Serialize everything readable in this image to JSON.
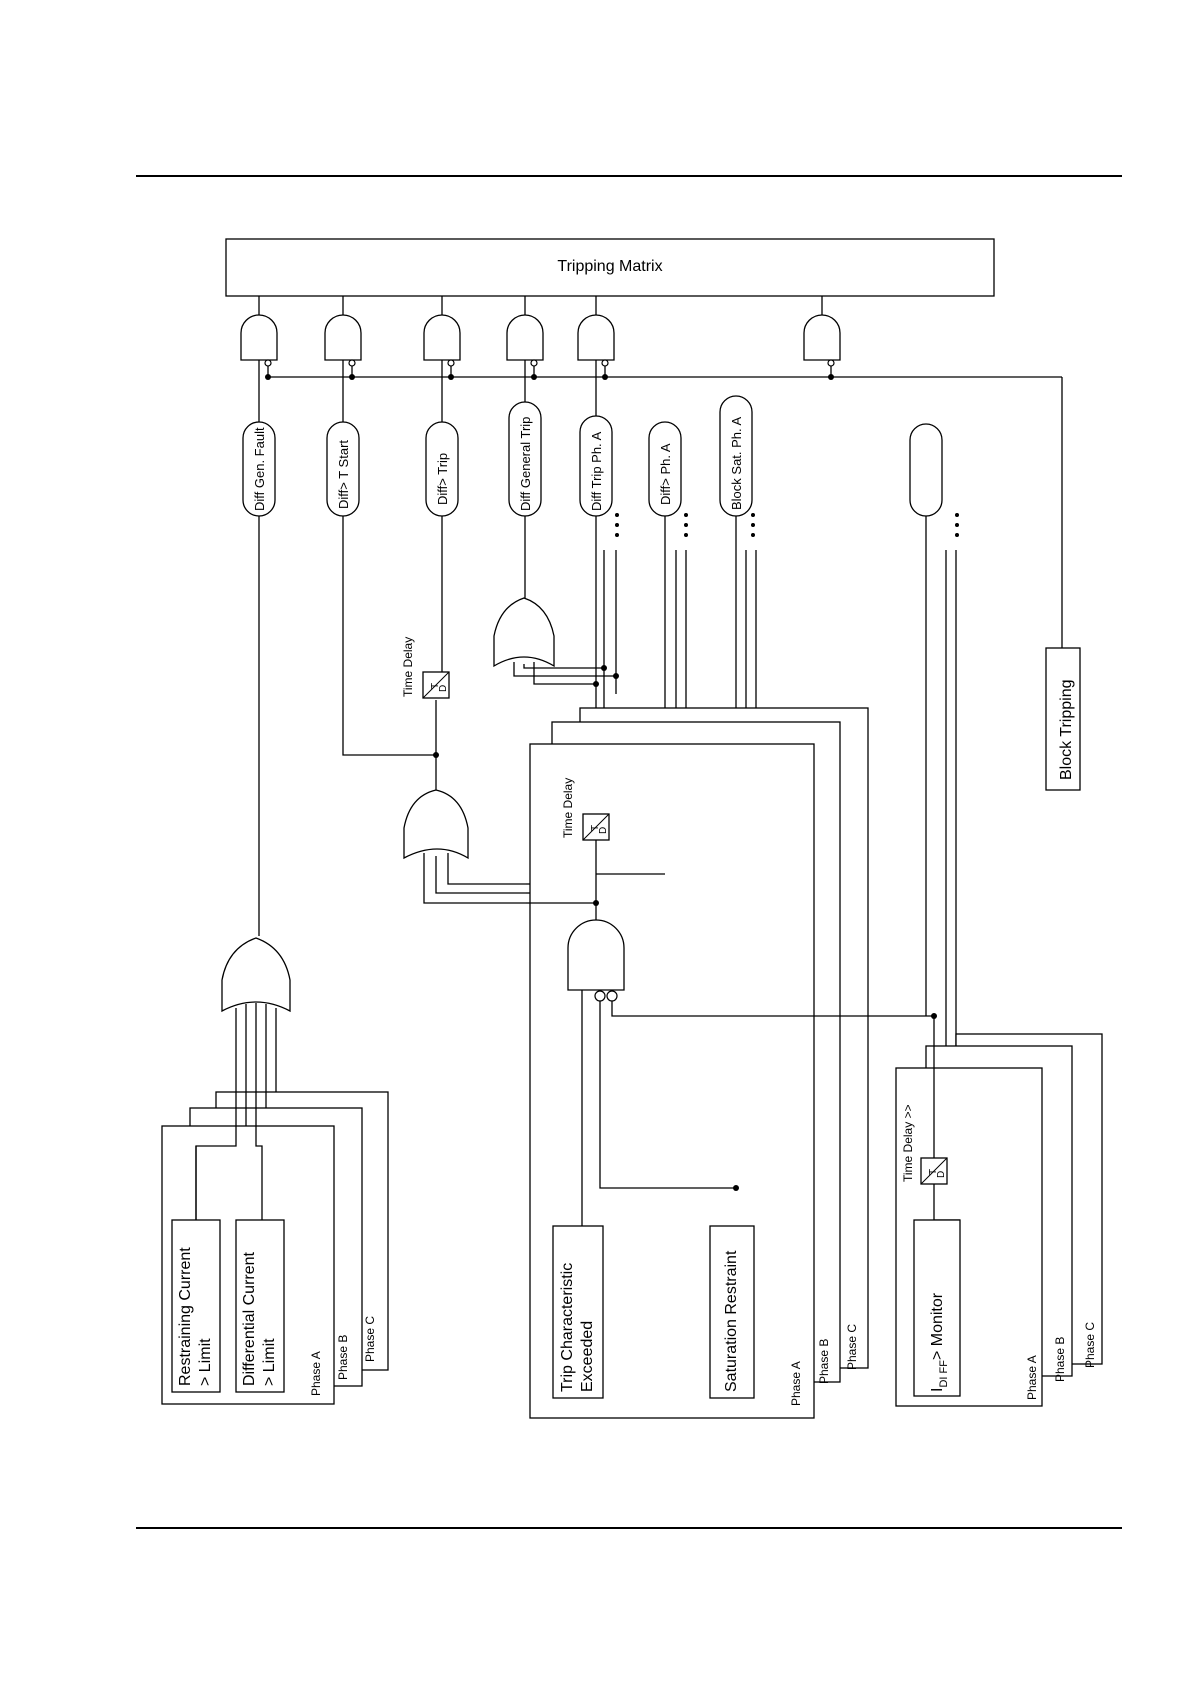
{
  "tripping_matrix": "Tripping Matrix",
  "block_tripping": "Block Tripping",
  "signals": {
    "diff_gen_fault": "Diff Gen. Fault",
    "diff_t_start": "Diff> T Start",
    "diff_trip": "Diff> Trip",
    "diff_general_trip": "Diff General Trip",
    "diff_trip_ph_a": "Diff Trip Ph. A",
    "diff_ph_a": "Diff> Ph. A",
    "block_sat_ph_a": "Block Sat. Ph. A",
    "unlabeled": ""
  },
  "time_delay": "Time Delay",
  "time_delay_monitor": "Time Delay >>",
  "td_top": "T",
  "td_bottom": "D",
  "ellipsis": "...",
  "boxes": {
    "restraining_line1": "Restraining Current",
    "restraining_line2": "> Limit",
    "differential_line1": "Differential Current",
    "differential_line2": "> Limit",
    "trip_char_line1": "Trip Characteristic",
    "trip_char_line2": "Exceeded",
    "saturation_restraint": "Saturation Restraint",
    "idiff_i": "I",
    "idiff_sub": "DI FF",
    "idiff_rest": "> Monitor"
  },
  "phases": {
    "a": "Phase A",
    "b": "Phase B",
    "c": "Phase C"
  }
}
